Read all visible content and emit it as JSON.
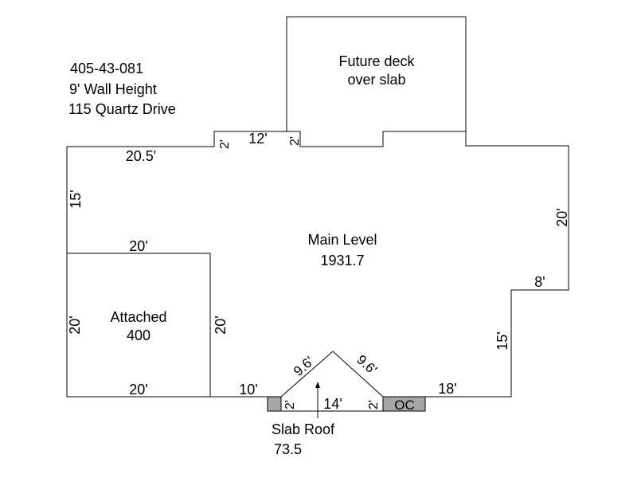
{
  "header": {
    "parcel_id": "405-43-081",
    "wall_height": "9' Wall Height",
    "address": "115 Quartz Drive"
  },
  "areas": {
    "deck_line1": "Future deck",
    "deck_line2": "over slab",
    "main_name": "Main Level",
    "main_area": "1931.7",
    "garage_name": "Attached",
    "garage_area": "400",
    "slab_name": "Slab Roof",
    "slab_area": "73.5",
    "oc_label": "OC"
  },
  "dimensions": {
    "top_left": "20.5'",
    "notch_width": "12'",
    "notch_left": "2'",
    "notch_right": "2'",
    "left_side": "15'",
    "garage_top": "20'",
    "garage_left": "20'",
    "garage_right": "20'",
    "garage_bottom": "20'",
    "bottom_10": "10'",
    "slab_left": "2'",
    "slab_width": "14'",
    "slab_right": "2'",
    "gable_left": "9.6'",
    "gable_right": "9.6'",
    "bottom_18": "18'",
    "right_15": "15'",
    "right_8": "8'",
    "right_20": "20'"
  }
}
